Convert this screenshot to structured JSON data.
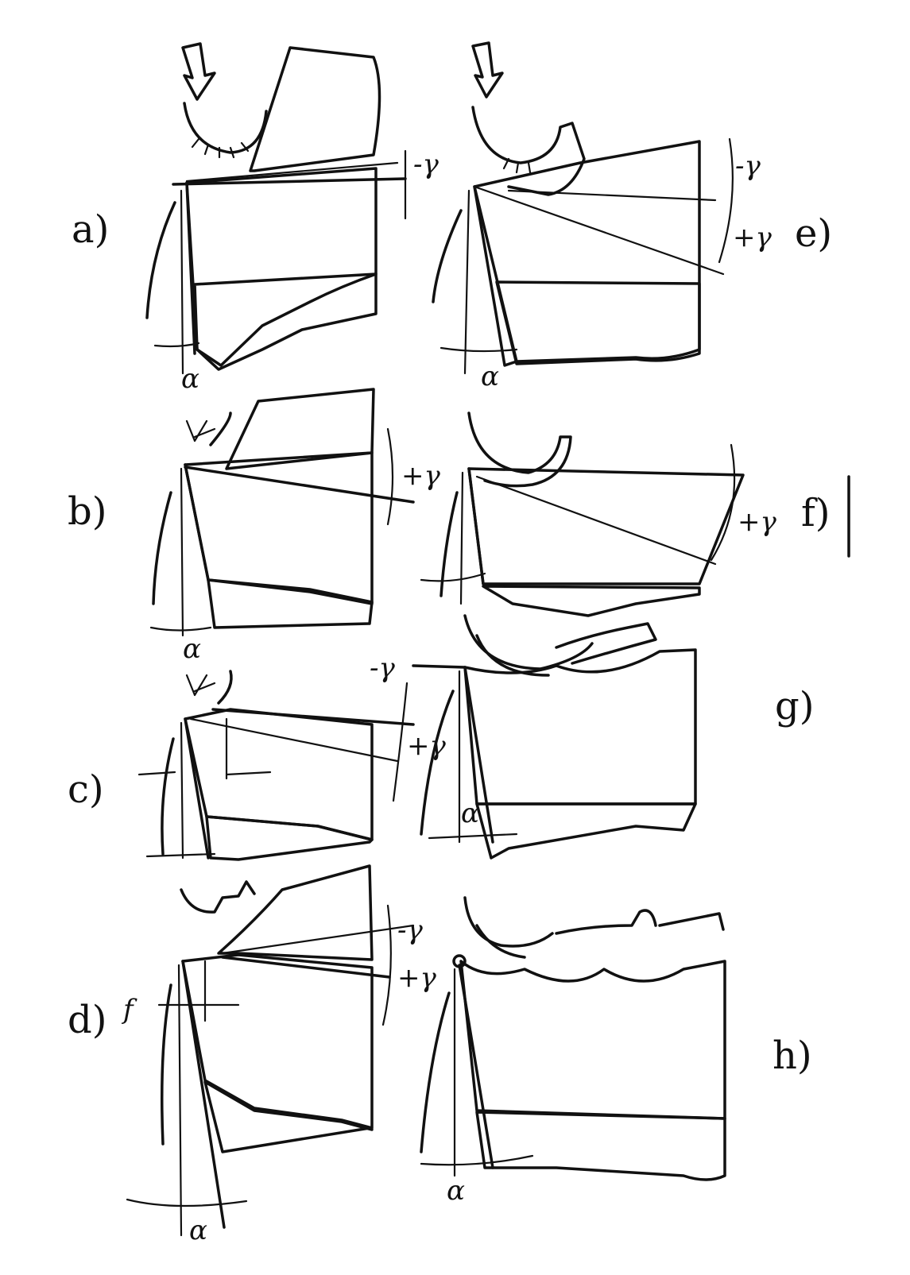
{
  "panels": [
    {
      "id": "a",
      "label": "a)",
      "angles": [
        "-γ",
        "α"
      ]
    },
    {
      "id": "b",
      "label": "b)",
      "angles": [
        "+γ",
        "α"
      ]
    },
    {
      "id": "c",
      "label": "c)",
      "angles": [
        "-γ",
        "+γ"
      ]
    },
    {
      "id": "d",
      "label": "d)",
      "angles": [
        "f",
        "-γ",
        "+γ",
        "α"
      ]
    },
    {
      "id": "e",
      "label": "e)",
      "angles": [
        "-γ",
        "+γ",
        "α"
      ]
    },
    {
      "id": "f",
      "label": "f)",
      "angles": [
        "+γ"
      ]
    },
    {
      "id": "g",
      "label": "g)",
      "angles": [
        "α"
      ]
    },
    {
      "id": "h",
      "label": "h)",
      "angles": [
        "α"
      ]
    }
  ],
  "colors": {
    "ink": "#111111",
    "paper": "#ffffff"
  }
}
